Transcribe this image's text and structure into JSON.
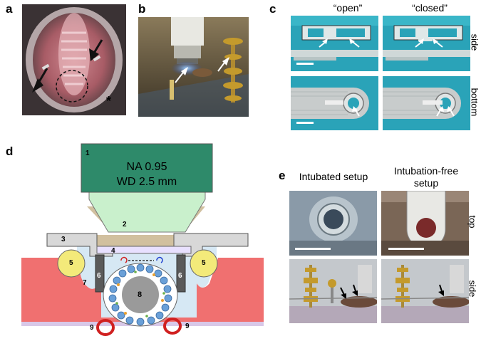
{
  "panels": {
    "a": {
      "label": "a",
      "asterisk": "*"
    },
    "b": {
      "label": "b"
    },
    "c": {
      "label": "c",
      "col_open": "“open”",
      "col_closed": "“closed”",
      "row_side": "side",
      "row_bottom": "bottom"
    },
    "d": {
      "label": "d",
      "objective_line1": "NA 0.95",
      "objective_line2": "WD 2.5 mm",
      "numbers": [
        "1",
        "2",
        "3",
        "4",
        "5",
        "5",
        "6",
        "6",
        "7",
        "8",
        "9",
        "9"
      ]
    },
    "e": {
      "label": "e",
      "col_intubated": "Intubated setup",
      "col_free_line1": "Intubation-free",
      "col_free_line2": "setup",
      "row_top": "top",
      "row_side": "side"
    }
  },
  "colors": {
    "teal": "#2aa3b8",
    "objective_green": "#2e8a6a",
    "lens_green": "#c9f0cc",
    "tissue_red": "#f07070",
    "ring_yellow": "#f3ea7a",
    "brass": "#c49a2c"
  }
}
